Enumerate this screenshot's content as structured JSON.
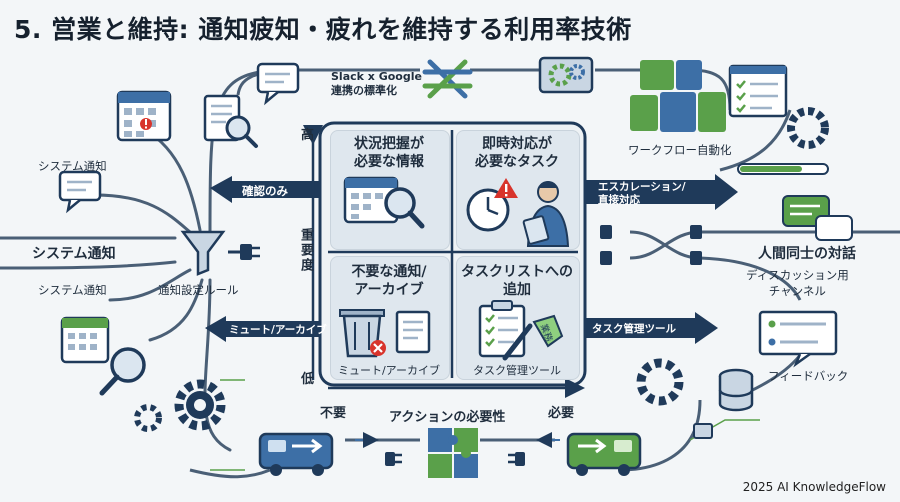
{
  "title": "5. 営業と維持: 通知疲知・疲れを維持する利用率技術",
  "top_label": "Slack x Google\n連携の標準化",
  "left": {
    "system_notice_1": "システム通知",
    "system_notice_main": "システム通知",
    "system_notice_2": "システム通知",
    "filter_label": "通知設定ルール"
  },
  "arrows": {
    "confirm_only": "確認のみ",
    "escalation": "エスカレーション/\n直接対応",
    "mute_archive": "ミュート/アーカイブ",
    "task_tool": "タスク管理ツール"
  },
  "matrix": {
    "y_high": "高",
    "y_axis": "重要度",
    "y_low": "低",
    "x_low": "不要",
    "x_axis": "アクションの必要性",
    "x_high": "必要",
    "q1_title": "状況把握が\n必要な情報",
    "q2_title": "即時対応が\n必要なタスク",
    "q3_title": "不要な通知/\nアーカイブ",
    "q3_sub": "ミュート/アーカイブ",
    "q4_title": "タスクリストへの\n追加",
    "q4_sub": "タスク管理ツール",
    "q4_badge": "業務"
  },
  "right": {
    "workflow": "ワークフロー自動化",
    "human": "人間同士の対話",
    "discussion": "ディスカッション用\nチャンネル",
    "feedback": "フィードバック"
  },
  "credit": "2025 AI KnowledgeFlow",
  "colors": {
    "navy": "#1f3a5a",
    "blue": "#3d6fa6",
    "green": "#5aa04a",
    "red": "#d8342c",
    "panel": "#dfe7ee"
  }
}
